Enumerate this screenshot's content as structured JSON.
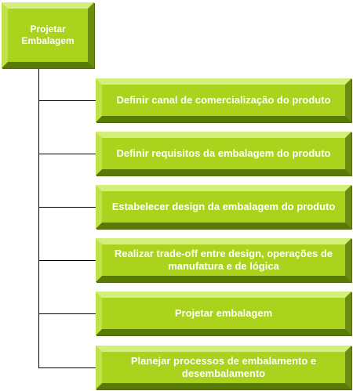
{
  "diagram": {
    "root": {
      "label": "Projetar Embalagem"
    },
    "children": [
      {
        "label": "Definir canal de comercialização do produto"
      },
      {
        "label": "Definir requisitos da embalagem do produto"
      },
      {
        "label": "Estabelecer design da embalagem do produto"
      },
      {
        "label": "Realizar trade-off entre design, operações de manufatura e de lógica"
      },
      {
        "label": "Projetar embalagem"
      },
      {
        "label": "Planejar processos de embalamento e desembalamento"
      }
    ],
    "colors": {
      "box_fill": "#a9d31d",
      "box_highlight": "#d4ee7c",
      "box_shadow": "#587a08",
      "text": "#ffffff",
      "connector": "#000000"
    }
  }
}
